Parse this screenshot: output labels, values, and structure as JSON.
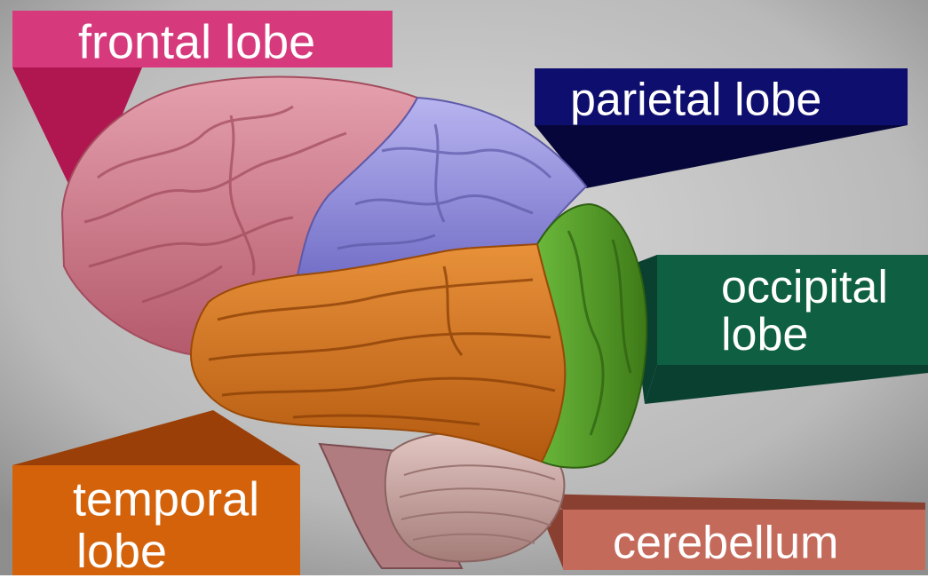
{
  "labels": {
    "frontal": "frontal lobe",
    "parietal": "parietal lobe",
    "occipital_line1": "occipital",
    "occipital_line2": "lobe",
    "temporal_line1": "temporal",
    "temporal_line2": "lobe",
    "cerebellum": "cerebellum"
  },
  "colors": {
    "background": "#b9b9b9",
    "frontal": "#d63a7d",
    "parietal": "#0e0e6e",
    "occipital": "#0f5f43",
    "temporal": "#d4620a",
    "cerebellum": "#c46a5a",
    "frontal_region": "#d98595",
    "parietal_region": "#9a96e0",
    "occipital_region": "#5aa028",
    "temporal_region": "#d97a22",
    "cerebellum_region": "#c7a6a0",
    "brainstem_region": "#b07c80"
  },
  "icons": [
    "chevron-circle-icon"
  ]
}
